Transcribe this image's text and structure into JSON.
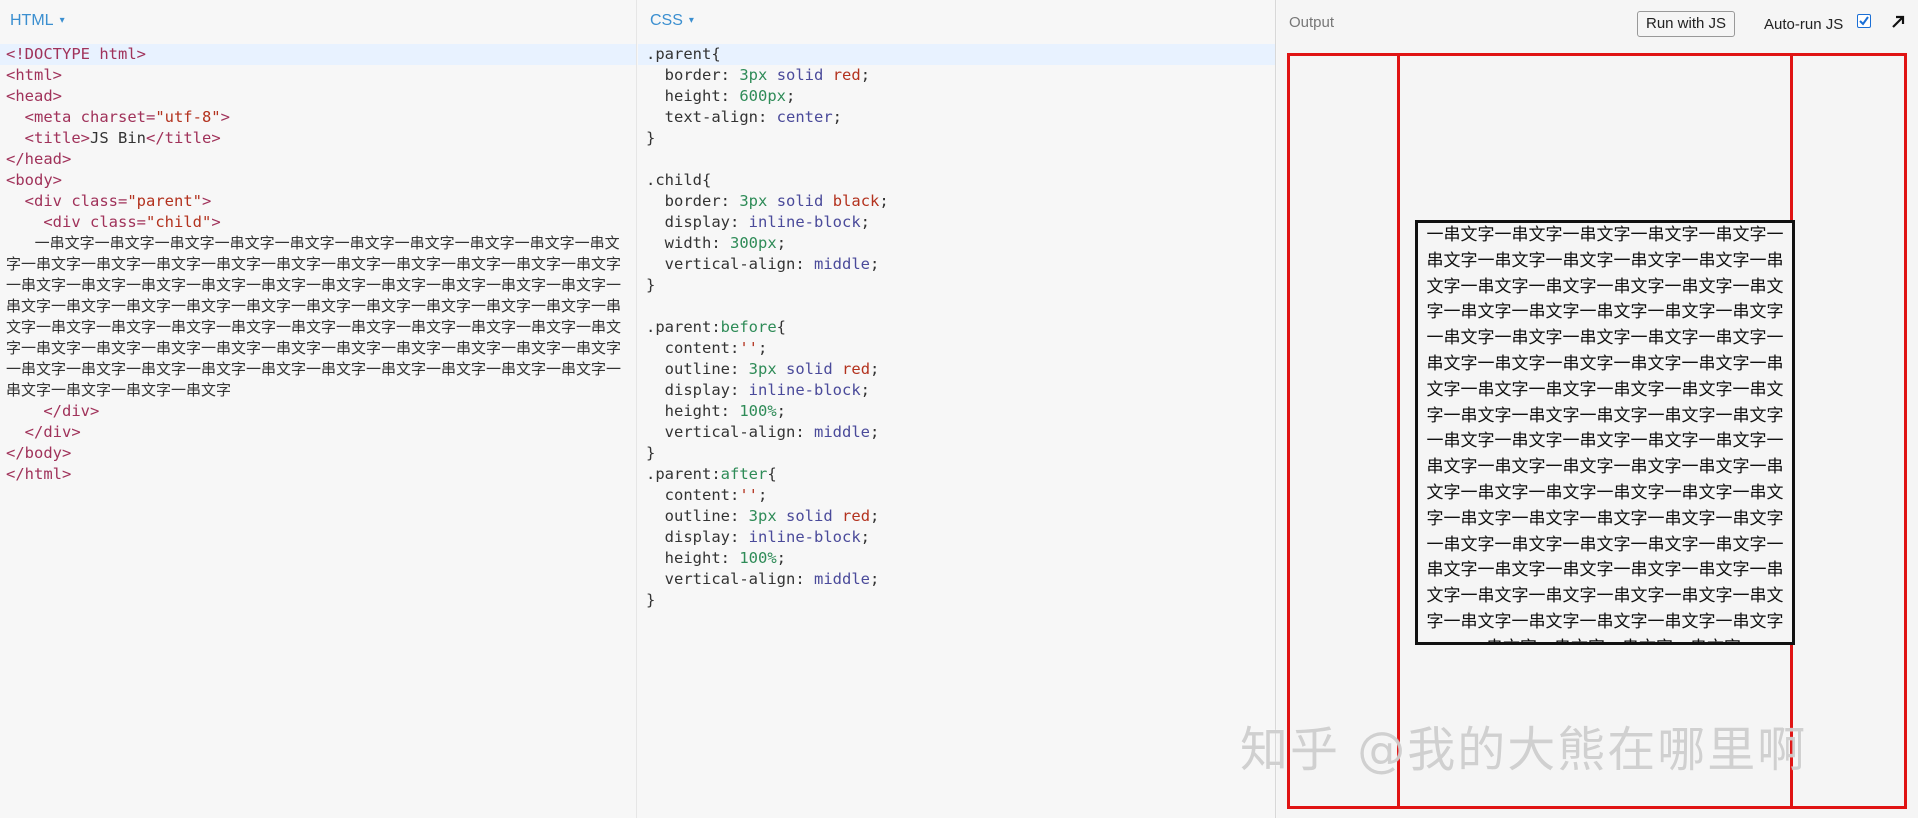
{
  "html_panel": {
    "title": "HTML",
    "caret": "▾",
    "lines": [
      "<!DOCTYPE html>",
      "<html>",
      "<head>",
      "  <meta charset=\"utf-8\">",
      "  <title>JS Bin</title>",
      "</head>",
      "<body>",
      "  <div class=\"parent\">",
      "    <div class=\"child\">",
      "    </div>",
      "  </div>",
      "</body>",
      "</html>"
    ],
    "body_text": "      一串文字一串文字一串文字一串文字一串文字一串文字一串文字一串文字一串文字一串文字一串文字一串文字一串文字一串文字一串文字一串文字一串文字一串文字一串文字一串文字一串文字一串文字一串文字一串文字一串文字一串文字一串文字一串文字一串文字一串文字一串文字一串文字一串文字一串文字一串文字一串文字一串文字一串文字一串文字一串文字一串文字一串文字一串文字一串文字一串文字一串文字一串文字一串文字一串文字一串文字一串文字一串文字一串文字一串文字一串文字一串文字一串文字一串文字一串文字一串文字一串文字一串文字一串文字一串文字一串文字一串文字一串文字一串文字一串文字一串文字一串文字一串文字一串文字一串文字一串文字"
  },
  "css_panel": {
    "title": "CSS",
    "caret": "▾",
    "lines": [
      ".parent{",
      "  border: 3px solid red;",
      "  height: 600px;",
      "  text-align: center;",
      "}",
      "",
      ".child{",
      "  border: 3px solid black;",
      "  display: inline-block;",
      "  width: 300px;",
      "  vertical-align: middle;",
      "}",
      "",
      ".parent:before{",
      "  content:'';",
      "  outline: 3px solid red;",
      "  display: inline-block;",
      "  height: 100%;",
      "  vertical-align: middle;",
      "}",
      ".parent:after{",
      "  content:'';",
      "  outline: 3px solid red;",
      "  display: inline-block;",
      "  height: 100%;",
      "  vertical-align: middle;",
      "}"
    ]
  },
  "output_panel": {
    "title": "Output",
    "run_button": "Run with JS",
    "autorun_label": "Auto-run JS",
    "autorun_checked": true,
    "child_text": "一串文字一串文字一串文字一串文字一串文字一串文字一串文字一串文字一串文字一串文字一串文字一串文字一串文字一串文字一串文字一串文字一串文字一串文字一串文字一串文字一串文字一串文字一串文字一串文字一串文字一串文字一串文字一串文字一串文字一串文字一串文字一串文字一串文字一串文字一串文字一串文字一串文字一串文字一串文字一串文字一串文字一串文字一串文字一串文字一串文字一串文字一串文字一串文字一串文字一串文字一串文字一串文字一串文字一串文字一串文字一串文字一串文字一串文字一串文字一串文字一串文字一串文字一串文字一串文字一串文字一串文字一串文字一串文字一串文字一串文字一串文字一串文字一串文字一串文字一串文字一串文字一串文字一串文字一串文字一串文字一串文字一串文字一串文字一串文字一串文字一串文字一串文字一串文字"
  },
  "watermark": "知乎 @我的大熊在哪里啊",
  "colors": {
    "accent": "#3b8fd0",
    "red_outline": "#e01414",
    "background": "#f7f7f7"
  },
  "icons": {
    "popout": "arrow-up-right-icon",
    "checkbox": "checkmark-icon"
  }
}
